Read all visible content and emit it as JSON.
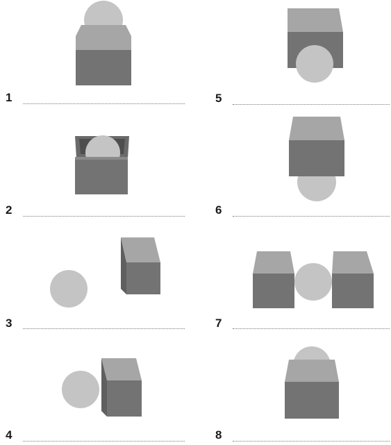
{
  "exercises": [
    {
      "number": "1",
      "answer": "",
      "scene": "ball-on-box"
    },
    {
      "number": "2",
      "answer": "",
      "scene": "ball-in-box"
    },
    {
      "number": "3",
      "answer": "",
      "scene": "ball-far-from-box"
    },
    {
      "number": "4",
      "answer": "",
      "scene": "ball-next-to-box"
    },
    {
      "number": "5",
      "answer": "",
      "scene": "ball-in-front-of-box"
    },
    {
      "number": "6",
      "answer": "",
      "scene": "ball-under-box"
    },
    {
      "number": "7",
      "answer": "",
      "scene": "ball-between-boxes"
    },
    {
      "number": "8",
      "answer": "",
      "scene": "ball-behind-box"
    }
  ],
  "colors": {
    "box_top": "#a6a6a6",
    "box_front": "#737373",
    "box_side": "#5f5f5f",
    "ball": "#c4c4c4",
    "number": "#1a1a1a",
    "line": "#777777"
  }
}
